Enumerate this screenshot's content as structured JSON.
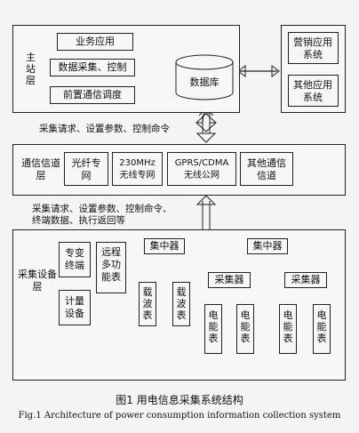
{
  "main_station": {
    "label": "主站层",
    "business_app": "业务应用",
    "data_collect": "数据采集、控制",
    "front_scheduler": "前置通信调度",
    "database": "数据库",
    "marketing": "营销应用系统",
    "other_apps": "其他应用系统"
  },
  "flow1": "采集请求、设置参数、控制命令",
  "channel_layer": {
    "label": "通信信道层",
    "fiber": "光纤专网",
    "mhz": "230MHz\n无线专网",
    "gprs": "GPRS/CDMA\n无线公网",
    "other": "其他通信信道"
  },
  "flow2": "采集请求、设置参数、控制命令、\n终端数据、执行返回等",
  "device_layer": {
    "label": "采集设备层",
    "dedicated_terminal": "专变终端",
    "meter": "计量设备",
    "multi_meter": "远程多功能表",
    "concentrator1": "集中器",
    "carrier1": "载波表",
    "carrier2": "载波表",
    "concentrator2": "集中器",
    "collector1": "采集器",
    "collector2": "采集器",
    "emeter1": "电能表",
    "emeter2": "电能表",
    "emeter3": "电能表",
    "emeter4": "电能表"
  },
  "caption": {
    "cn": "图1   用电信息采集系统结构",
    "en": "Fig.1   Architecture of power consumption information collection system"
  }
}
